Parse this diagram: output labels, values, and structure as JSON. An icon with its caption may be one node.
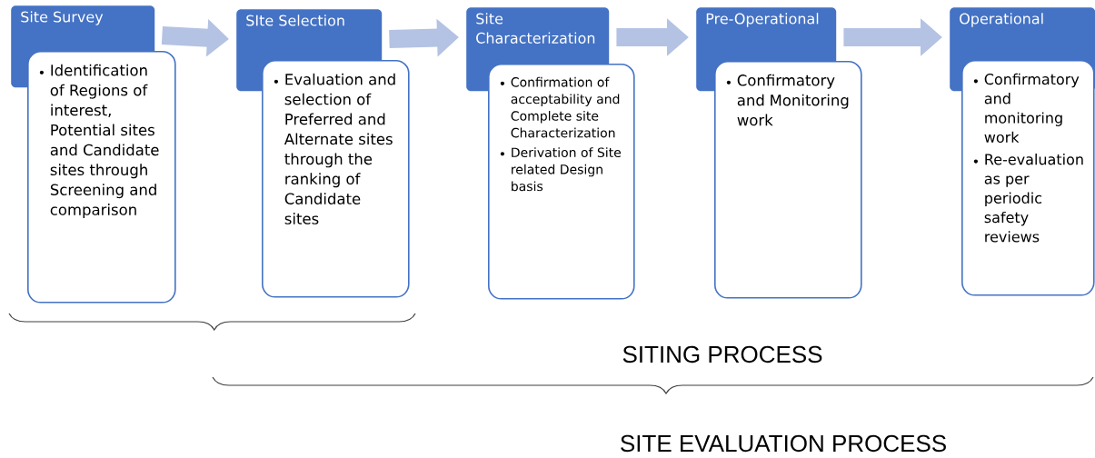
{
  "diagram": {
    "nodes": [
      {
        "text": [
          "Site Survey"
        ]
      },
      {
        "text": [
          "Identification of Regions of interest, Potential sites and Candidate sites through Screening and comparison"
        ]
      },
      {
        "text": [
          "SIte Selection"
        ]
      },
      {
        "text": [
          "Evaluation and selection of Preferred and Alternate sites through the ranking of Candidate sites"
        ]
      },
      {
        "text": [
          "Site Characterization"
        ]
      },
      {
        "text": [
          "Confirmation of acceptability and Complete site Characterization",
          "Derivation of Site related Design basis"
        ]
      },
      {
        "text": [
          "Pre-Operational"
        ]
      },
      {
        "text": [
          "Confirmatory and Monitoring work"
        ]
      },
      {
        "text": [
          "Operational"
        ]
      },
      {
        "text": [
          "Confirmatory and monitoring work",
          "Re-evaluation as per periodic safety reviews"
        ]
      }
    ],
    "edges": [
      {
        "from": 0,
        "to": 2,
        "arrow": "to"
      },
      {
        "from": 2,
        "to": 4,
        "arrow": "to"
      },
      {
        "from": 4,
        "to": 6,
        "arrow": "to"
      },
      {
        "from": 6,
        "to": 8,
        "arrow": "to"
      }
    ],
    "labels": [
      "SITING PROCESS",
      "SITE EVALUATION PROCESS"
    ]
  }
}
